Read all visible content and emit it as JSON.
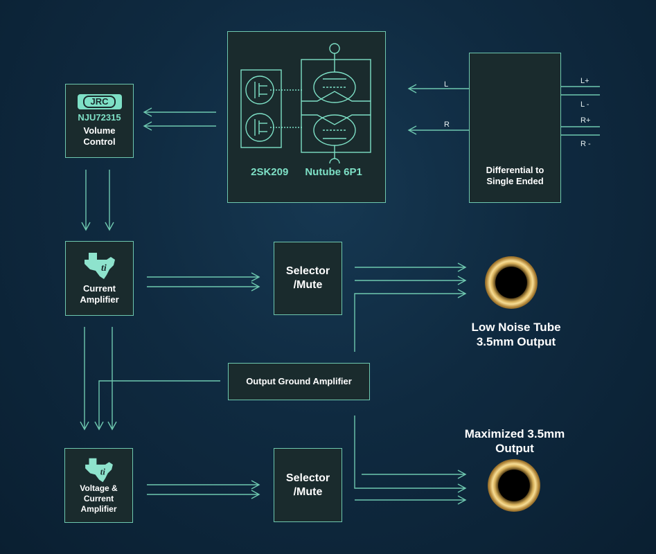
{
  "jrc_logo": "JRC",
  "volume_chip": "NJU72315",
  "volume_label": "Volume Control",
  "fet_label": "2SK209",
  "tube_label": "Nutube 6P1",
  "diff_label": "Differential to Single Ended",
  "ch_left": "L",
  "ch_right": "R",
  "in_l_plus": "L+",
  "in_l_minus": "L -",
  "in_r_plus": "R+",
  "in_r_minus": "R -",
  "current_amp_label": "Current Amplifier",
  "selector_top": "Selector /Mute",
  "selector_bottom": "Selector /Mute",
  "ground_amp_label": "Output Ground Amplifier",
  "voltage_amp_label": "Voltage & Current Amplifier",
  "output_low_noise": "Low Noise Tube 3.5mm Output",
  "output_max": "Maximized 3.5mm Output",
  "colors": {
    "line": "#6fc9b0",
    "accent": "#7ee0c6",
    "box_fill": "#1a2b2d",
    "background": "#0f2a40"
  }
}
